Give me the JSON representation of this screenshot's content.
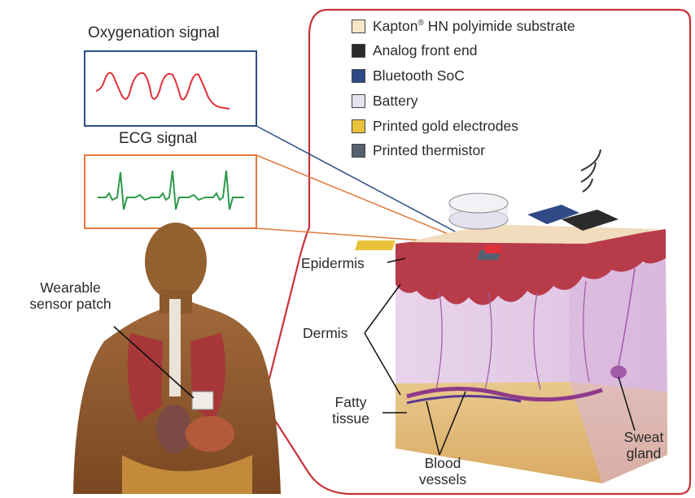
{
  "figure": {
    "oxygenation_title": "Oxygenation signal",
    "ecg_title": "ECG signal",
    "wearable_label_line1": "Wearable",
    "wearable_label_line2": "sensor patch",
    "epidermis": "Epidermis",
    "dermis": "Dermis",
    "fatty_line1": "Fatty",
    "fatty_line2": "tissue",
    "blood_line1": "Blood",
    "blood_line2": "vessels",
    "sweat_line1": "Sweat",
    "sweat_line2": "gland"
  },
  "legend": [
    {
      "label": "Kapton® HN polyimide substrate",
      "color": "#f5e6c8"
    },
    {
      "label": "Analog front end",
      "color": "#2b2b2b"
    },
    {
      "label": "Bluetooth SoC",
      "color": "#2f4a86"
    },
    {
      "label": "Battery",
      "color": "#e4e2ee"
    },
    {
      "label": "Printed gold electrodes",
      "color": "#e8c23a"
    },
    {
      "label": "Printed thermistor",
      "color": "#556070"
    }
  ],
  "colors": {
    "callout_red": "#c8323a",
    "oxy_box": "#2f4f86",
    "ecg_box": "#e07a3c",
    "oxy_wave": "#e0303a",
    "ecg_wave": "#2e9a4a",
    "skin_top": "#b83b4a",
    "dermis": "#e6cfe6",
    "fat": "#e6c487"
  },
  "icons": [
    "wireless-signal-icon",
    "human-torso-illustration",
    "skin-cross-section-illustration"
  ]
}
